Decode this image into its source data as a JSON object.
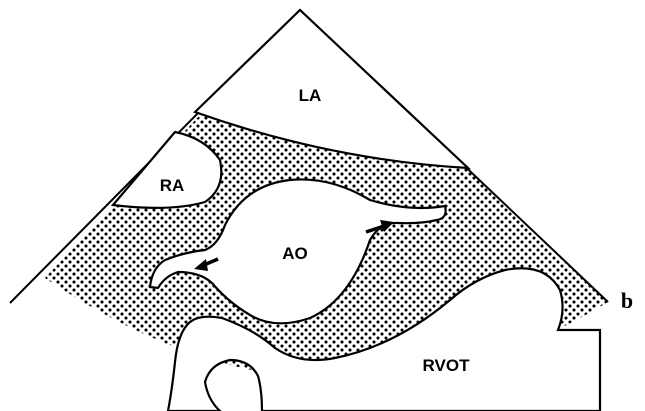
{
  "labels": {
    "la": "LA",
    "ra": "RA",
    "ao": "AO",
    "rvot": "RVOT"
  },
  "panel_label": "b",
  "colors": {
    "outline": "#000000",
    "fill": "#ffffff",
    "stipple": "#000000"
  }
}
